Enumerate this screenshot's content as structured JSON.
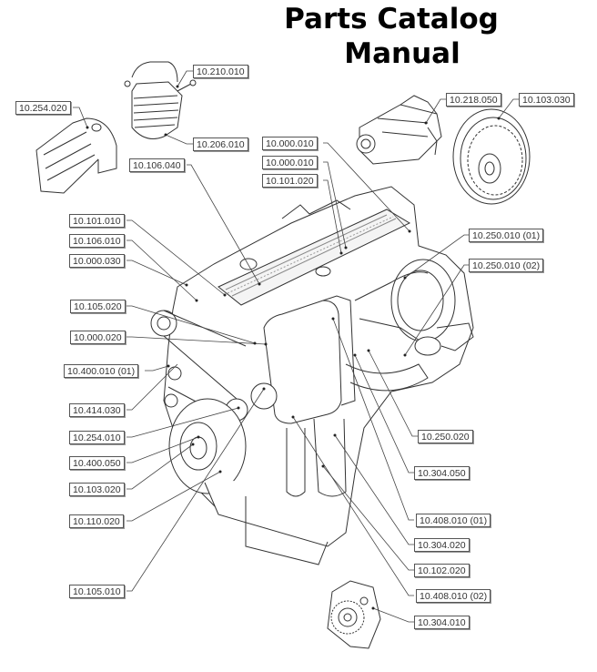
{
  "title": {
    "line1": "Parts Catalog",
    "line2": "Manual"
  },
  "diagram": {
    "subject": "Engine exploded view",
    "components": [
      {
        "id": "air-filter-housing",
        "label": "10.254.020"
      },
      {
        "id": "oil-filter-cooler-top",
        "label": "10.210.010"
      },
      {
        "id": "oil-filter-cooler-body",
        "label": "10.206.010"
      },
      {
        "id": "fuel-injection-pump",
        "label": "10.218.050"
      },
      {
        "id": "flywheel",
        "label": "10.103.030"
      }
    ],
    "labels": [
      {
        "id": "l-10254020",
        "text": "10.254.020"
      },
      {
        "id": "l-10210010",
        "text": "10.210.010"
      },
      {
        "id": "l-10206010",
        "text": "10.206.010"
      },
      {
        "id": "l-10106040",
        "text": "10.106.040"
      },
      {
        "id": "l-10000010a",
        "text": "10.000.010"
      },
      {
        "id": "l-10000010b",
        "text": "10.000.010"
      },
      {
        "id": "l-10101020",
        "text": "10.101.020"
      },
      {
        "id": "l-10218050",
        "text": "10.218.050"
      },
      {
        "id": "l-10103030",
        "text": "10.103.030"
      },
      {
        "id": "l-10101010",
        "text": "10.101.010"
      },
      {
        "id": "l-10106010",
        "text": "10.106.010"
      },
      {
        "id": "l-10000030",
        "text": "10.000.030"
      },
      {
        "id": "l-10105020",
        "text": "10.105.020"
      },
      {
        "id": "l-10000020",
        "text": "10.000.020"
      },
      {
        "id": "l-10400010-01",
        "text": "10.400.010 (01)"
      },
      {
        "id": "l-10414030",
        "text": "10.414.030"
      },
      {
        "id": "l-10254010",
        "text": "10.254.010"
      },
      {
        "id": "l-10400050",
        "text": "10.400.050"
      },
      {
        "id": "l-10103020",
        "text": "10.103.020"
      },
      {
        "id": "l-10110020",
        "text": "10.110.020"
      },
      {
        "id": "l-10105010",
        "text": "10.105.010"
      },
      {
        "id": "l-10250010-01",
        "text": "10.250.010 (01)"
      },
      {
        "id": "l-10250010-02",
        "text": "10.250.010 (02)"
      },
      {
        "id": "l-10250020",
        "text": "10.250.020"
      },
      {
        "id": "l-10304050",
        "text": "10.304.050"
      },
      {
        "id": "l-10408010-01",
        "text": "10.408.010 (01)"
      },
      {
        "id": "l-10304020",
        "text": "10.304.020"
      },
      {
        "id": "l-10102020",
        "text": "10.102.020"
      },
      {
        "id": "l-10408010-02",
        "text": "10.408.010 (02)"
      },
      {
        "id": "l-10304010",
        "text": "10.304.010"
      }
    ]
  }
}
